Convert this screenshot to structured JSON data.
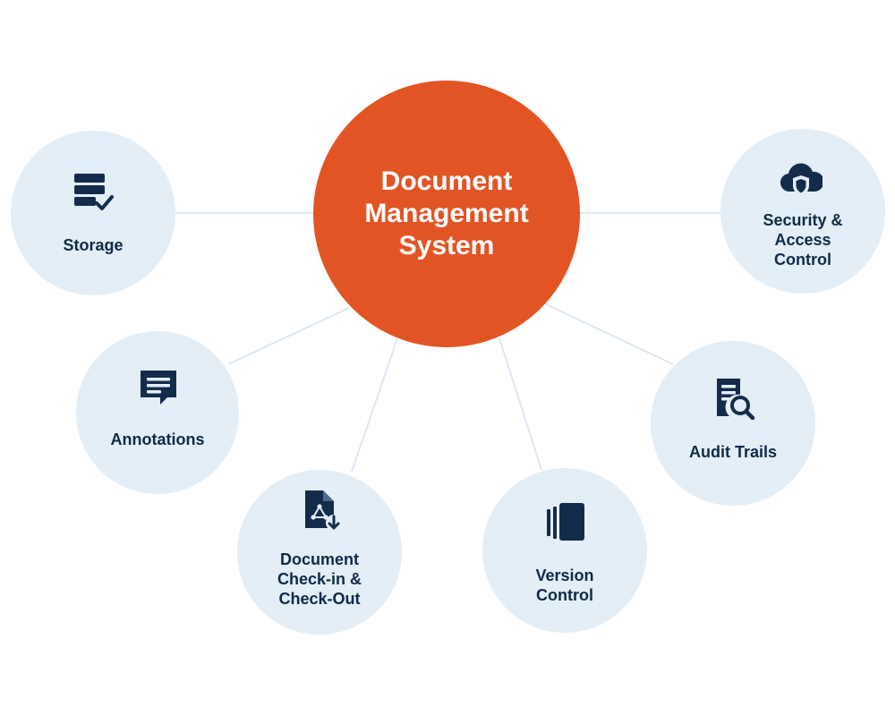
{
  "hub": {
    "title": "Document\nManagement\nSystem",
    "color": "#e35424"
  },
  "colors": {
    "node_fill": "#e3eef7",
    "icon": "#142c4c",
    "label": "#0f2a47",
    "connector": "#dbe8f3"
  },
  "nodes": [
    {
      "label": "Storage",
      "icon": "server-check-icon"
    },
    {
      "label": "Annotations",
      "icon": "chat-note-icon"
    },
    {
      "label": "Document\nCheck-in &\nCheck-Out",
      "icon": "file-download-icon"
    },
    {
      "label": "Version\nControl",
      "icon": "stacked-pages-icon"
    },
    {
      "label": "Audit Trails",
      "icon": "document-search-icon"
    },
    {
      "label": "Security &\nAccess\nControl",
      "icon": "cloud-shield-icon"
    }
  ]
}
